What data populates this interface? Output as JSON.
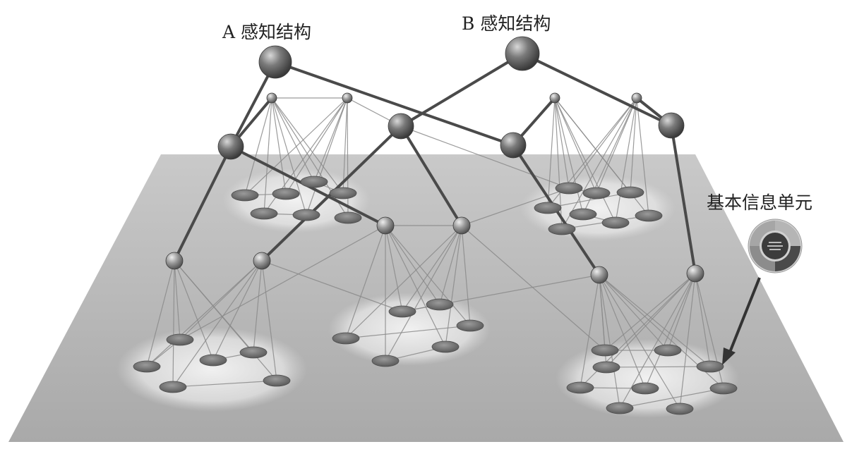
{
  "labels": {
    "structure_a": "A 感知结构",
    "structure_b": "B 感知结构",
    "basic_unit": "基本信息单元"
  },
  "colors": {
    "background": "#ffffff",
    "plane": "#bdbdbd",
    "node": "#6e6e6e",
    "edge_thick": "#4a4a4a",
    "edge_thin": "#8a8a8a",
    "cluster_glow": "#f2f2f2"
  },
  "icons": {
    "basic_unit_icon": "circular-info-unit-icon",
    "pointer": "arrow-icon"
  }
}
